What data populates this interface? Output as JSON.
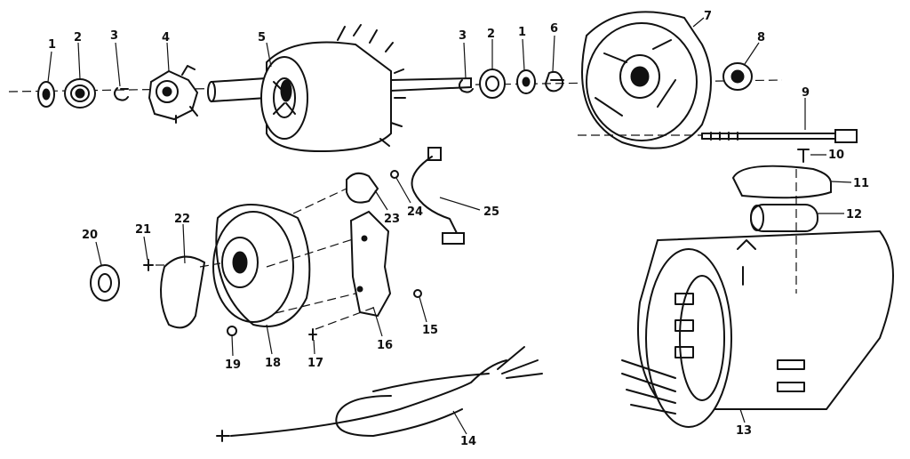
{
  "labels": {
    "p1a": "1",
    "p2a": "2",
    "p3a": "3",
    "p4": "4",
    "p5": "5",
    "p3b": "3",
    "p2b": "2",
    "p1b": "1",
    "p6": "6",
    "p7": "7",
    "p8": "8",
    "p9": "9",
    "p10": "10",
    "p11": "11",
    "p12": "12",
    "p13": "13",
    "p14": "14",
    "p15": "15",
    "p16": "16",
    "p17": "17",
    "p18": "18",
    "p19": "19",
    "p20": "20",
    "p21": "21",
    "p22": "22",
    "p23": "23",
    "p24": "24",
    "p25": "25"
  }
}
